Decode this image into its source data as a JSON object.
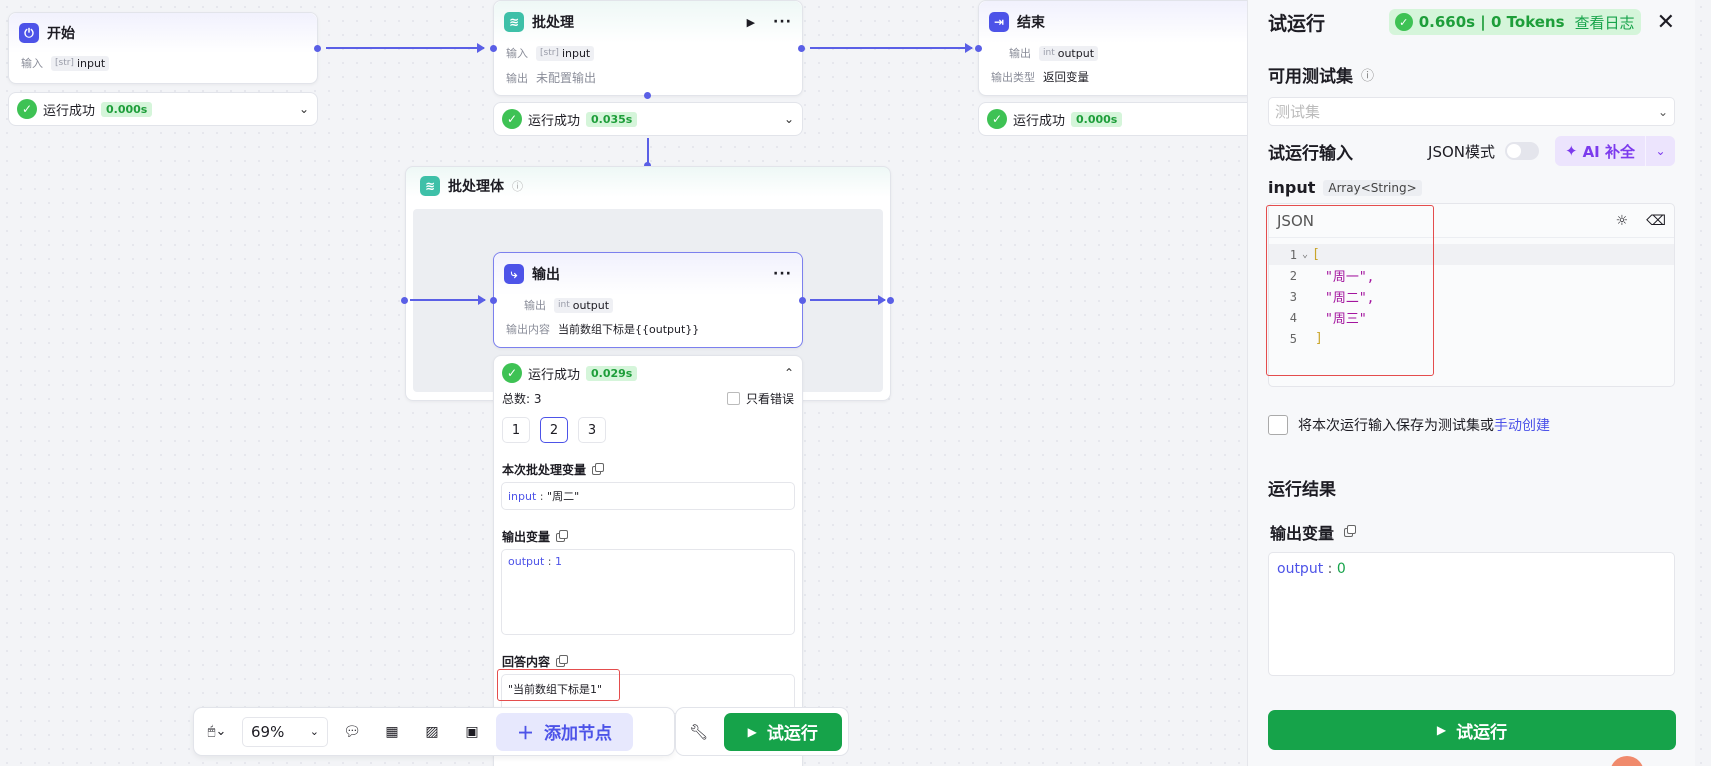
{
  "colors": {
    "accent": "#4d53e8",
    "success": "#3ec254",
    "run_button": "#16a34a",
    "highlight": "#e44d4d"
  },
  "nodes": {
    "start": {
      "title": "开始",
      "input_label": "输入",
      "input_type": "[str]",
      "input_value": "input",
      "status": "运行成功",
      "time": "0.000s"
    },
    "batch": {
      "title": "批处理",
      "input_label": "输入",
      "input_type": "[str]",
      "input_value": "input",
      "output_label": "输出",
      "output_value": "未配置输出",
      "status": "运行成功",
      "time": "0.035s"
    },
    "end": {
      "title": "结束",
      "output_label": "输出",
      "output_type": "int",
      "output_value": "output",
      "out_type_label": "输出类型",
      "out_type_value": "返回变量",
      "status": "运行成功",
      "time": "0.000s"
    },
    "body": {
      "title": "批处理体"
    },
    "output": {
      "title": "输出",
      "output_label": "输出",
      "output_type": "int",
      "output_value": "output",
      "content_label": "输出内容",
      "content_value": "当前数组下标是{{output}}",
      "status": "运行成功",
      "time": "0.029s"
    }
  },
  "result": {
    "total": "总数: 3",
    "only_errors": "只看错误",
    "pages": [
      "1",
      "2",
      "3"
    ],
    "batch_var_label": "本次批处理变量",
    "batch_var_key": "input",
    "batch_var_value": "\"周二\"",
    "out_var_label": "输出变量",
    "out_var_key": "output",
    "out_var_value": "1",
    "answer_label": "回答内容",
    "answer_value": "\"当前数组下标是1\""
  },
  "toolbar": {
    "zoom": "69%",
    "add_node": "添加节点",
    "run": "试运行"
  },
  "panel": {
    "title": "试运行",
    "summary": "0.660s | 0 Tokens",
    "view_log": "查看日志",
    "test_sets_label": "可用测试集",
    "test_sets_placeholder": "测试集",
    "run_input_label": "试运行输入",
    "json_mode": "JSON模式",
    "ai_fill": "AI 补全",
    "input_name": "input",
    "input_type": "Array<String>",
    "editor_title": "JSON",
    "code_lines": [
      {
        "n": "1",
        "c": "["
      },
      {
        "n": "2",
        "c": "\"周一\","
      },
      {
        "n": "3",
        "c": "\"周二\","
      },
      {
        "n": "4",
        "c": "\"周三\""
      },
      {
        "n": "5",
        "c": "]"
      }
    ],
    "save_text": "将本次运行输入保存为测试集或",
    "save_link": "手动创建",
    "result_label": "运行结果",
    "output_var_label": "输出变量",
    "output_key": "output",
    "output_value": "0",
    "run_button": "试运行"
  }
}
